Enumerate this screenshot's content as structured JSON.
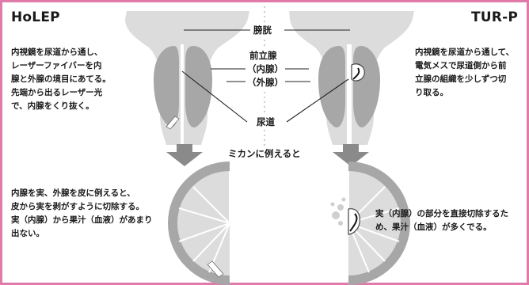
{
  "colors": {
    "frame": "#e07aa8",
    "organ_light": "#dcdcdc",
    "organ_dark": "#a7a7a7",
    "arrow": "#8a8a8a",
    "line": "#222222"
  },
  "left": {
    "heading": "HoLEP",
    "description": [
      "内視鏡を尿道から通し、",
      "レーザーファイバーを内",
      "腺と外腺の境目にあてる。",
      "先端から出るレーザー光",
      "で、内腺をくり抜く。"
    ],
    "analogy": [
      "内腺を実、外腺を皮に例えると、",
      "皮から実を剥がすように切除する。",
      "実（内腺）から果汁（血液）があまり",
      "出ない。"
    ]
  },
  "right": {
    "heading": "TUR-P",
    "description": [
      "内視鏡を尿道から通して、",
      "電気メスで尿道側から前",
      "立腺の組織を少しずつ切",
      "り取る。"
    ],
    "analogy": [
      "実（内腺）の部分を直接切除するた",
      "め、果汁（血液）が多くでる。"
    ]
  },
  "labels": {
    "bladder": "膀胱",
    "prostate": "前立腺",
    "inner_gland": "（内腺）",
    "outer_gland": "（外腺）",
    "urethra": "尿道",
    "mikan": "ミカンに例えると"
  },
  "icons": [
    "down-arrow-icon",
    "mandarin-orange-cross-section-icon",
    "laser-fiber-icon",
    "electric-scalpel-icon",
    "blood-splatter-icon"
  ]
}
